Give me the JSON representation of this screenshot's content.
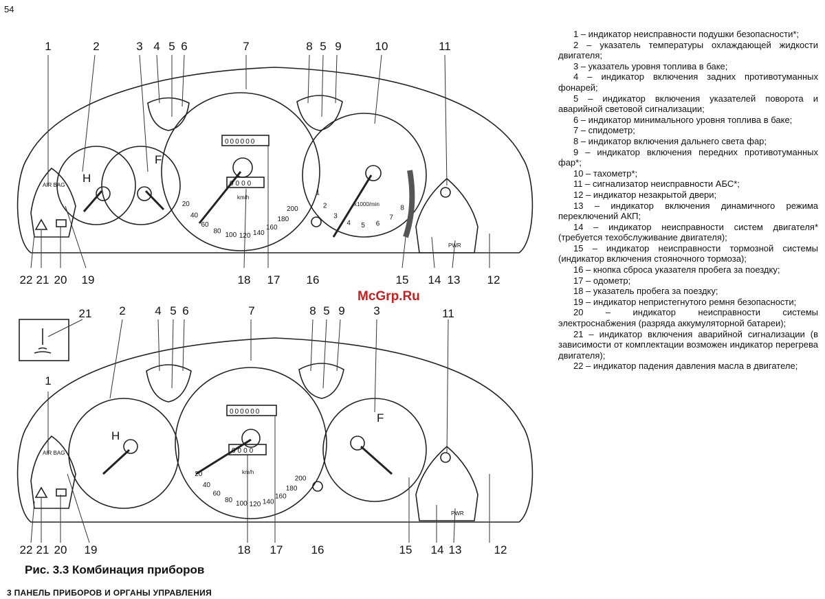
{
  "page_number": "54",
  "watermark": "McGrp.Ru",
  "caption": "Рис. 3.3 Комбинация приборов",
  "footer": "3 ПАНЕЛЬ ПРИБОРОВ И ОРГАНЫ УПРАВЛЕНИЯ",
  "legend": [
    "1 – индикатор неисправности подушки безопасности*;",
    "2 – указатель температуры охлаждающей жидкости двигателя;",
    "3 – указатель уровня топлива в баке;",
    "4 – индикатор включения задних противотуманных фонарей;",
    "5 – индикатор включения указателей поворота и аварийной световой сигнализации;",
    "6 – индикатор минимального уровня топлива в баке;",
    "7 – спидометр;",
    "8 – индикатор включения дальнего света фар;",
    "9 – индикатор включения передних противотуманных фар*;",
    "10 – тахометр*;",
    "11 – сигнализатор неисправности АБС*;",
    "12 – индикатор незакрытой двери;",
    "13 – индикатор включения динамичного режима переключений АКП;",
    "14 – индикатор неисправности систем двигателя* (требуется техобслуживание двигателя);",
    "15 – индикатор неисправности тормозной системы (индикатор включения стояночного тормоза);",
    "16 – кнопка сброса указателя пробега за поездку;",
    "17 – одометр;",
    "18 – указатель пробега за поездку;",
    "19 – индикатор непристегнутого ремня безопасности;",
    "20 – индикатор неисправности системы электроснабжения (разряда аккумуляторной батареи);",
    "21 – индикатор включения аварийной сигнализации (в зависимости от комплектации возможен индикатор перегрева двигателя);",
    "22 – индикатор падения давления масла в двигателе;"
  ],
  "top_panel": {
    "callouts_top": [
      "1",
      "2",
      "3",
      "4",
      "5",
      "6",
      "7",
      "8",
      "5",
      "9",
      "10",
      "11"
    ],
    "callouts_bottom": [
      "22",
      "21",
      "20",
      "19",
      "18",
      "17",
      "16",
      "15",
      "14",
      "13",
      "12"
    ],
    "speedo_scale": [
      "20",
      "40",
      "60",
      "80",
      "100",
      "120",
      "140",
      "160",
      "180",
      "200"
    ],
    "tacho_scale": [
      "1",
      "2",
      "3",
      "4",
      "5",
      "6",
      "7",
      "8"
    ],
    "odometer": "000000",
    "trip": "0000",
    "speed_unit": "km/h",
    "rpm_unit": "x1000/min",
    "temp_mark": "H",
    "fuel_mark": "F",
    "airbag": "AIR BAG",
    "pwr": "PWR"
  },
  "bottom_panel": {
    "callouts_top": [
      "21",
      "2",
      "4",
      "5",
      "6",
      "7",
      "8",
      "5",
      "9",
      "3",
      "11",
      "1"
    ],
    "callouts_bottom": [
      "22",
      "21",
      "20",
      "19",
      "18",
      "17",
      "16",
      "15",
      "14",
      "13",
      "12"
    ],
    "speedo_scale": [
      "20",
      "40",
      "60",
      "80",
      "100",
      "120",
      "140",
      "160",
      "180",
      "200"
    ],
    "odometer": "000000",
    "trip": "0000",
    "speed_unit": "km/h",
    "temp_mark": "H",
    "fuel_mark": "F",
    "airbag": "AIR BAG",
    "pwr": "PWR"
  }
}
